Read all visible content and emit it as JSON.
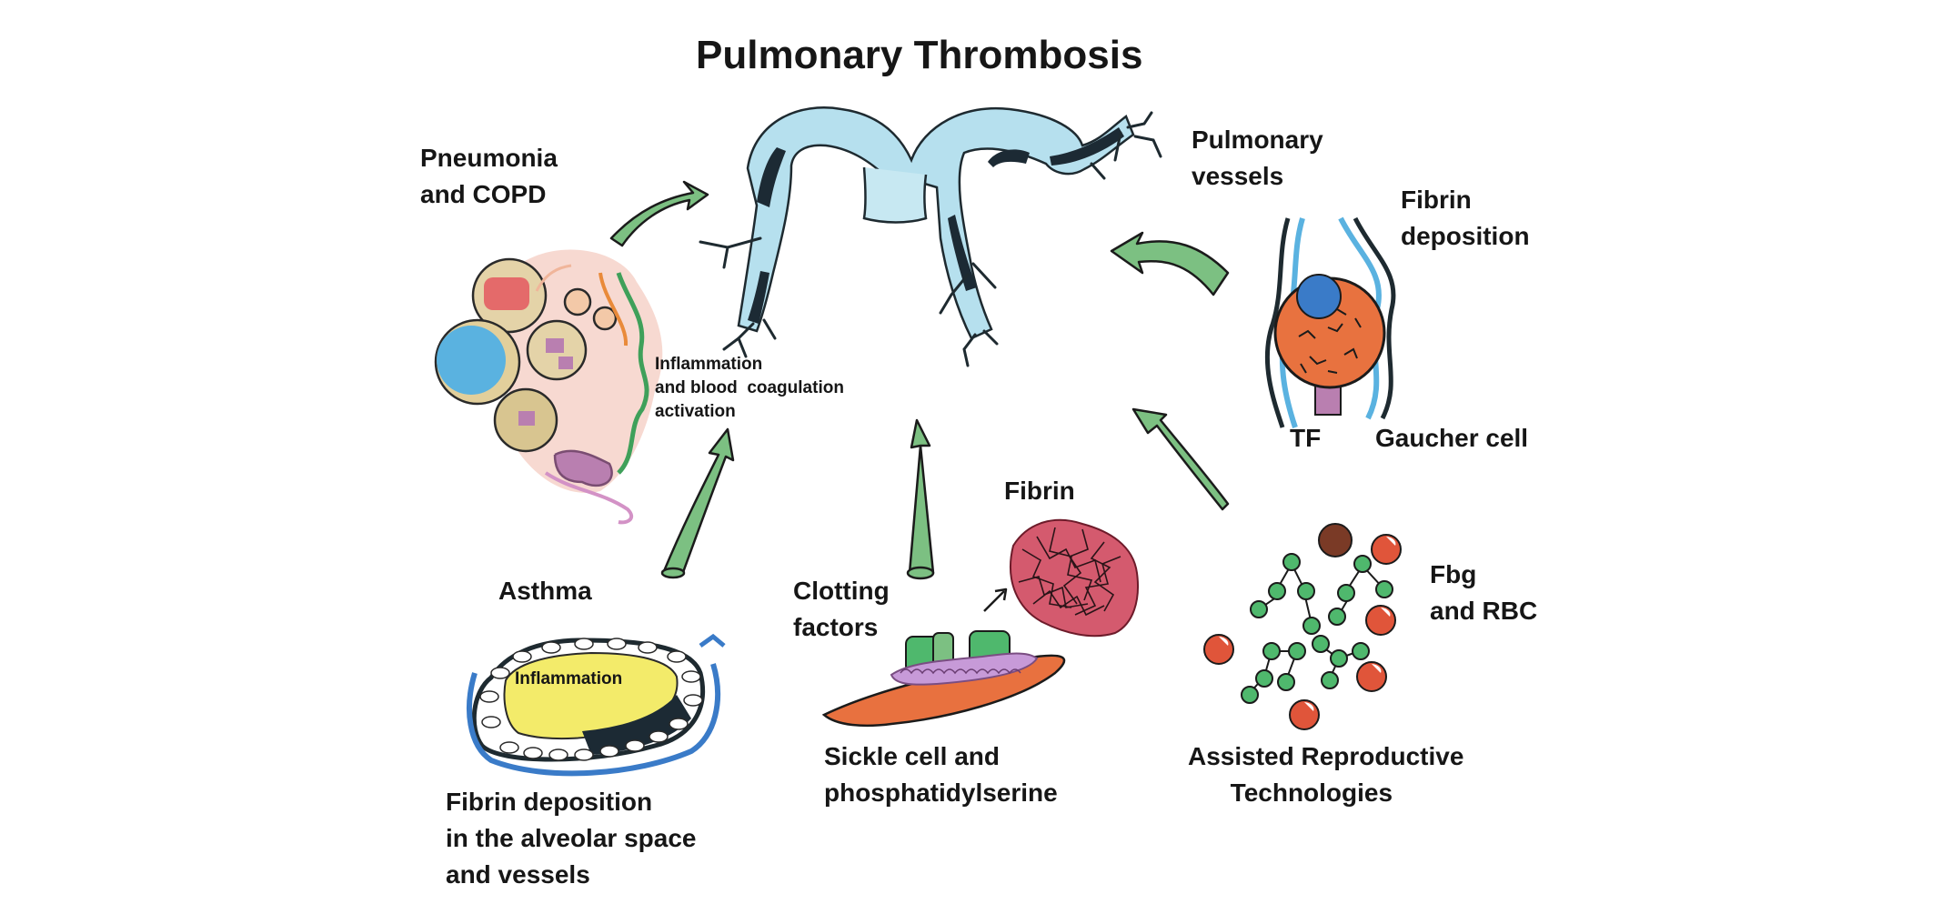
{
  "title": "Pulmonary Thrombosis",
  "labels": {
    "pneumonia": "Pneumonia\nand COPD",
    "inflammation_coag": "Inflammation\nand blood  coagulation\nactivation",
    "pulmonary_vessels": "Pulmonary\nvessels",
    "fibrin_deposition": "Fibrin\ndeposition",
    "tf": "TF",
    "gaucher": "Gaucher cell",
    "fibrin": "Fibrin",
    "fbg_rbc": "Fbg\nand RBC",
    "asthma": "Asthma",
    "airway_inflammation": "Inflammation",
    "clotting": "Clotting\nfactors",
    "sickle": "Sickle cell and\nphosphatidylserine",
    "art": "Assisted Reproductive\n      Technologies",
    "alveolar": "Fibrin deposition\nin the alveolar space\nand vessels"
  },
  "icons": [
    "pulmonary-artery-icon",
    "alveoli-cluster-icon",
    "gaucher-cell-icon",
    "airway-icon",
    "sickle-cell-icon",
    "fibrin-mesh-icon",
    "fibrinogen-rbc-icon"
  ],
  "colors": {
    "arrow_fill": "#7cc082",
    "vessel": "#b6e0ee",
    "thrombus": "#1c2a34",
    "rbc": "#e0553a",
    "fbg": "#4fb86d",
    "inflammation": "#f3eb6a"
  }
}
